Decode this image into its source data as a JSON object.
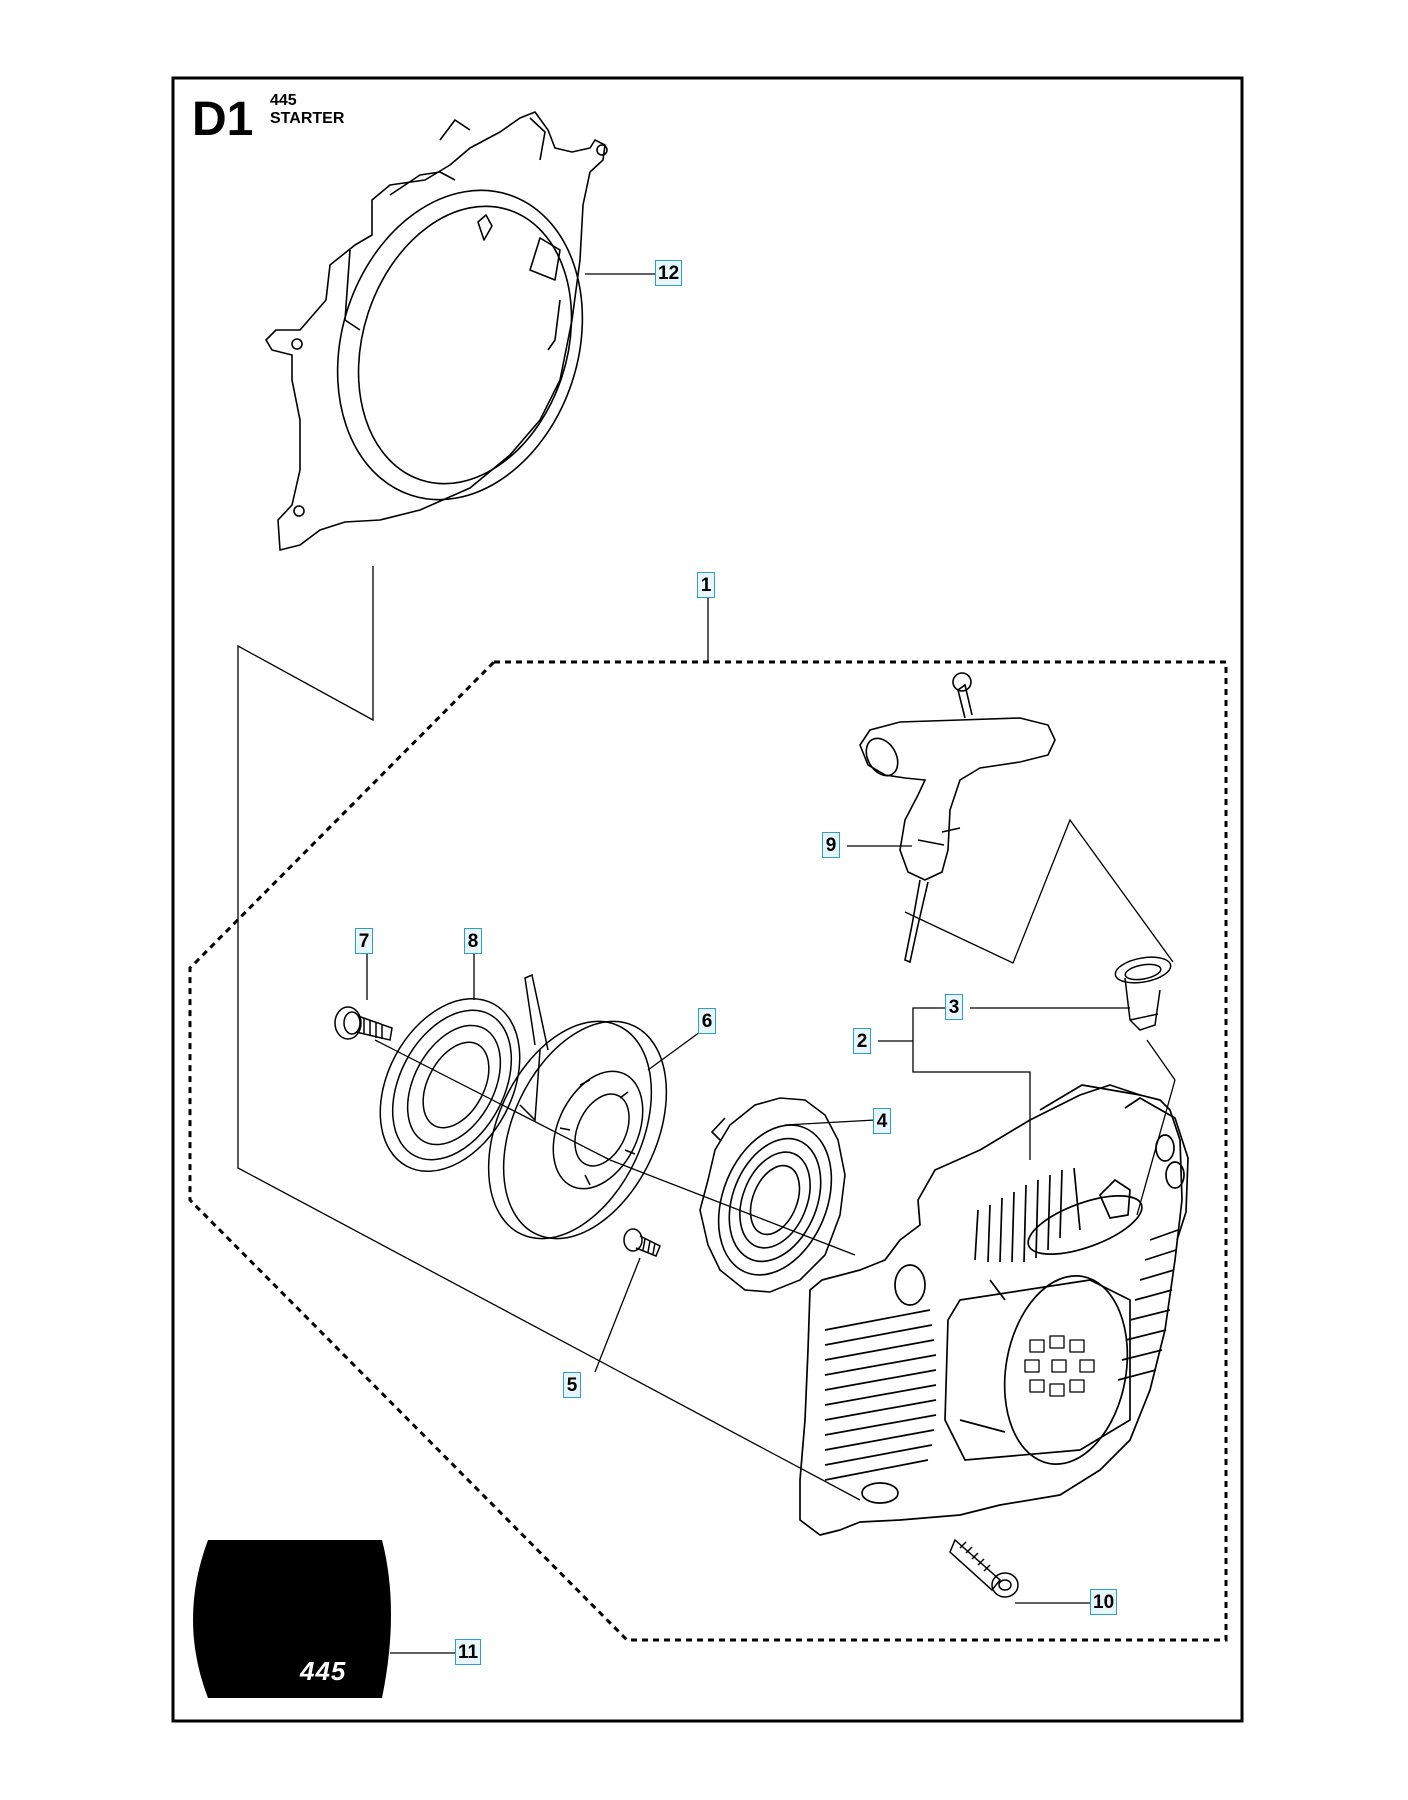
{
  "page": {
    "code": "D1",
    "model": "445",
    "section": "STARTER"
  },
  "decal": {
    "model_text": "445"
  },
  "callouts": [
    {
      "id": "1",
      "label": "1"
    },
    {
      "id": "2",
      "label": "2"
    },
    {
      "id": "3",
      "label": "3"
    },
    {
      "id": "4",
      "label": "4"
    },
    {
      "id": "5",
      "label": "5"
    },
    {
      "id": "6",
      "label": "6"
    },
    {
      "id": "7",
      "label": "7"
    },
    {
      "id": "8",
      "label": "8"
    },
    {
      "id": "9",
      "label": "9"
    },
    {
      "id": "10",
      "label": "10"
    },
    {
      "id": "11",
      "label": "11"
    },
    {
      "id": "12",
      "label": "12"
    }
  ],
  "colors": {
    "callout_border": "#2a9fd0",
    "callout_fill": "#e8f6fb",
    "line": "#000000"
  }
}
